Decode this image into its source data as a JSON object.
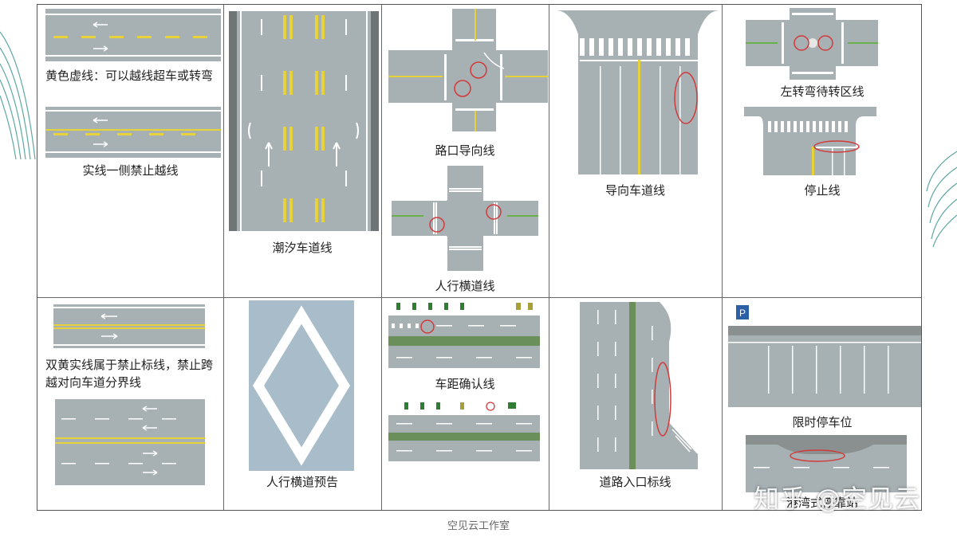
{
  "cells": {
    "yellow_dashed": {
      "caption": "黄色虚线：可以越线超车或转弯"
    },
    "solid_one_side": {
      "caption": "实线一侧禁止越线"
    },
    "tidal_lane": {
      "caption": "潮汐车道线"
    },
    "junction_guide": {
      "caption": "路口导向线"
    },
    "crosswalk": {
      "caption": "人行横道线"
    },
    "guide_lane": {
      "caption": "导向车道线"
    },
    "left_turn_wait": {
      "caption": "左转弯待转区线"
    },
    "stop_line": {
      "caption": "停止线"
    },
    "double_yellow": {
      "caption": "双黄实线属于禁止标线，禁止跨越对向车道分界线"
    },
    "crosswalk_warning": {
      "caption": "人行横道预告"
    },
    "distance_check": {
      "caption": "车距确认线"
    },
    "road_entrance": {
      "caption": "道路入口标线"
    },
    "timed_parking": {
      "caption": "限时停车位",
      "sign_text": "P"
    },
    "harbor_bay": {
      "caption": "港湾式停靠站"
    }
  },
  "footer": "空见云工作室",
  "watermark": "知乎 @空见云",
  "colors": {
    "road": "#a7b0b3",
    "yellow": "#e8d23a",
    "white": "#ffffff",
    "circle": "#d23a3a",
    "border": "#555555"
  }
}
